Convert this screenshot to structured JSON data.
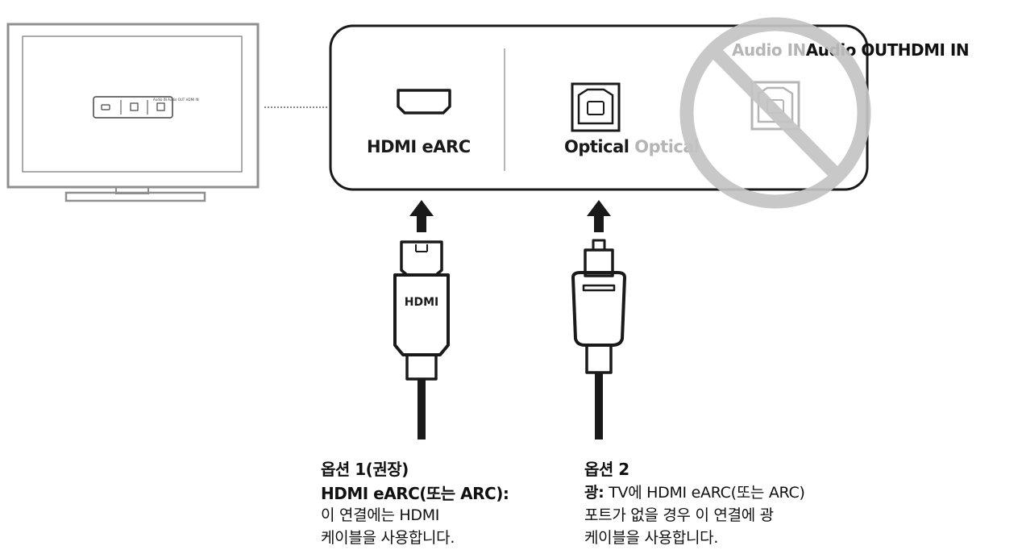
{
  "tv": {
    "mini_label": "Audio IN Audio OUT HDMI IN"
  },
  "panel": {
    "top_labels": {
      "audio_in": "Audio IN",
      "audio_out": "Audio OUT",
      "hdmi_in": "HDMI IN"
    },
    "ports": {
      "hdmi_label": "HDMI eARC",
      "optical_label": "Optical",
      "optical_disabled_label": "Optical"
    }
  },
  "cables": {
    "hdmi_plug_label": "HDMI"
  },
  "options": {
    "option1": {
      "title": "옵션 1(권장)",
      "subtitle": "HDMI eARC(또는 ARC):",
      "line1": "이 연결에는 HDMI",
      "line2": "케이블을 사용합니다."
    },
    "option2": {
      "title": "옵션 2",
      "prefix": "광:",
      "line1_rest": " TV에 HDMI eARC(또는 ARC)",
      "line2": "포트가 없을 경우 이 연결에 광",
      "line3": "케이블을 사용합니다."
    }
  },
  "colors": {
    "line": "#1a1a1a",
    "disabled": "#b5b5b5",
    "prohibit_circle": "#c4c4c4"
  },
  "icons": [
    "tv-icon",
    "hdmi-port-icon",
    "optical-port-icon",
    "up-arrow-icon",
    "hdmi-cable-icon",
    "optical-cable-icon",
    "no-entry-icon"
  ]
}
